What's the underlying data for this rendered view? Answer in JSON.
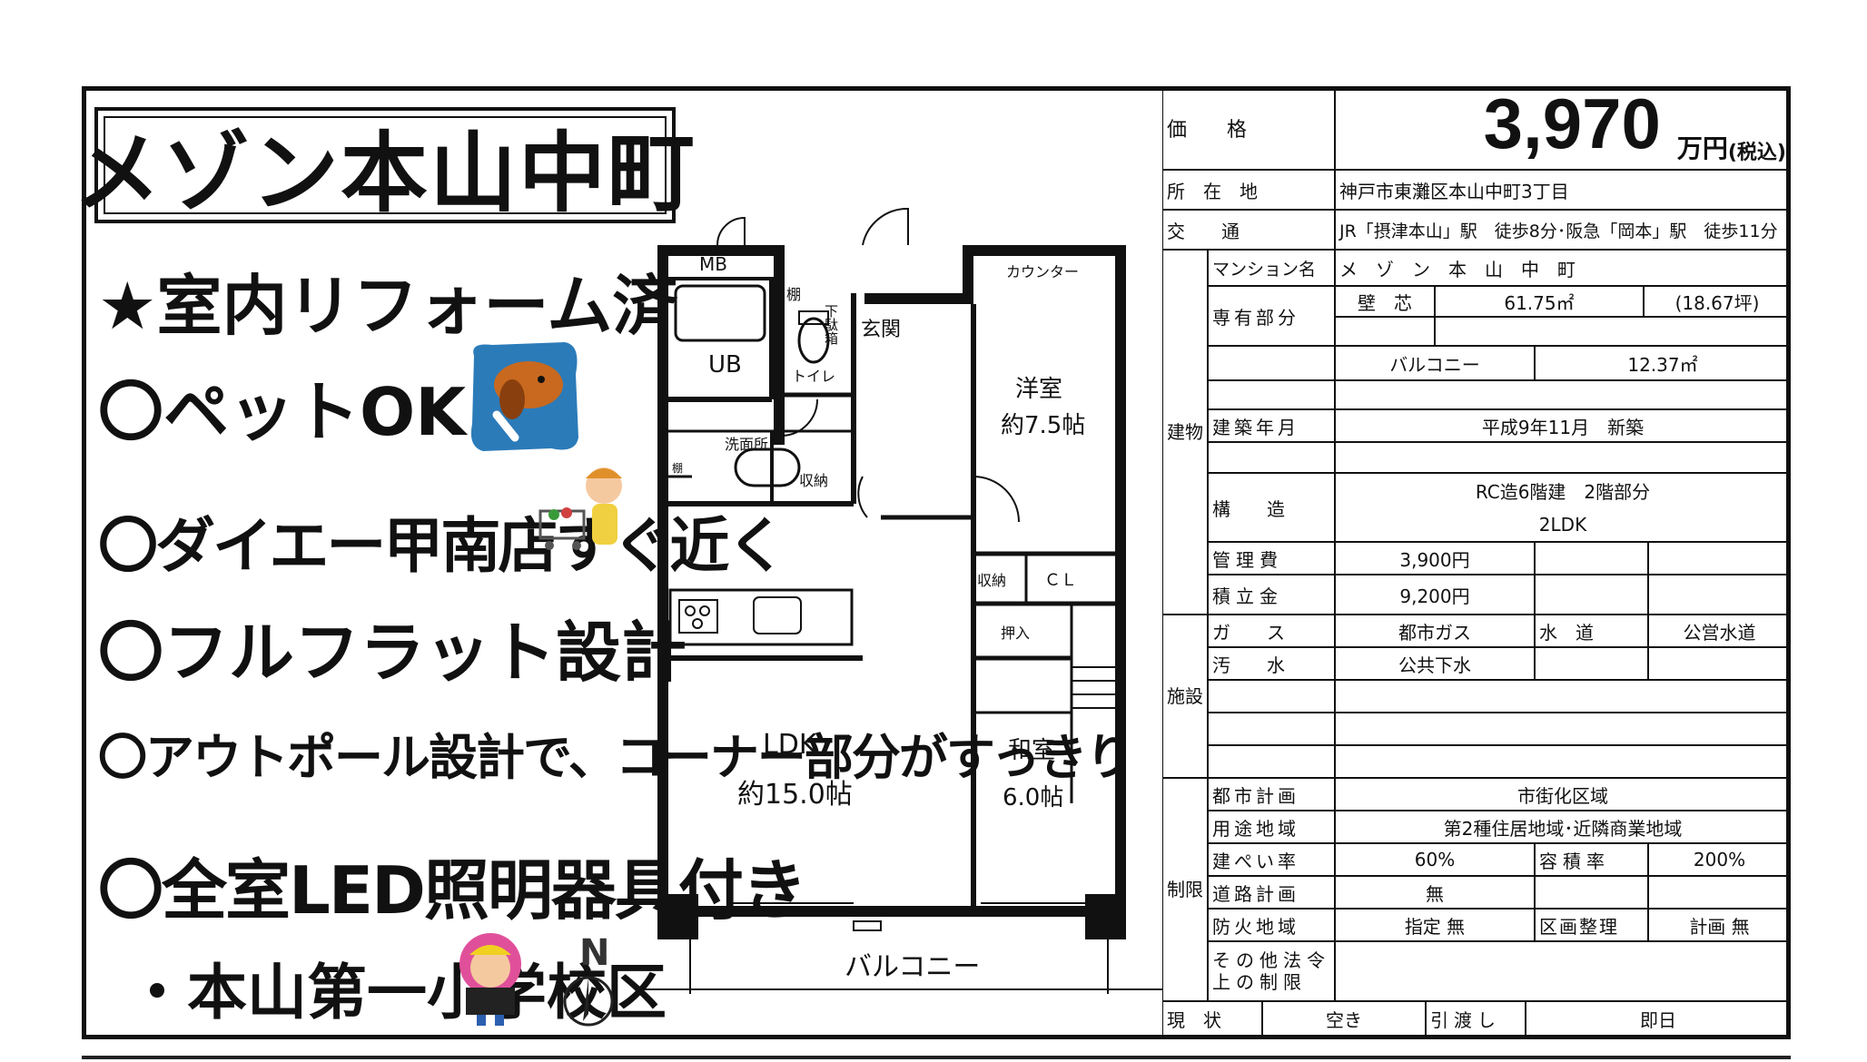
{
  "title": "メゾン本山中町",
  "features": [
    "★室内リフォーム済",
    "〇ペットOK",
    "〇ダイエー甲南店すぐ近く",
    "〇フルフラット設計",
    "〇アウトポール設計で、コーナー部分がすっきり",
    "〇全室LED照明器具付き",
    "・本山第一小学校区"
  ],
  "floorplan": {
    "mb": "MB",
    "tana": "棚",
    "getabako": "下駄箱",
    "genkan": "玄関",
    "counter": "カウンター",
    "ub": "UB",
    "toilet": "トイレ",
    "yoshitsu": "洋室",
    "yoshitsu_size": "約7.5帖",
    "senmenjo": "洗面所",
    "shuno": "収納",
    "shuno2": "収納",
    "tana2": "棚",
    "cl": "ＣＬ",
    "oshiire": "押入",
    "ldk": "LDK",
    "ldk_size": "約15.0帖",
    "washitsu": "和室",
    "washitsu_size": "6.0帖",
    "balcony": "バルコニー",
    "north": "N"
  },
  "spec": {
    "price_label": "価　　格",
    "price_value": "3,970",
    "price_unit": "万円",
    "price_tax": "(税込)",
    "location_label": "所　在　地",
    "location_value": "神戸市東灘区本山中町3丁目",
    "access_label": "交　　通",
    "access_value": "JR「摂津本山」駅　徒歩8分･阪急「岡本」駅　徒歩11分",
    "building_section": "建物",
    "mansion_label": "マンション名",
    "mansion_value": "メ　ゾ　ン　本　山　中　町",
    "area_label": "専有部分",
    "area_type": "壁　芯",
    "area_m2": "61.75㎡",
    "area_tsubo": "(18.67坪)",
    "balcony_label": "バルコニー",
    "balcony_value": "12.37㎡",
    "built_label": "建築年月",
    "built_value": "平成9年11月　新築",
    "structure_label": "構　　造",
    "structure_value": "RC造6階建　2階部分",
    "layout_value": "2LDK",
    "mgmt_label": "管理費",
    "mgmt_value": "3,900円",
    "reserve_label": "積立金",
    "reserve_value": "9,200円",
    "facility_section": "施設",
    "gas_label": "ガ　　ス",
    "gas_value": "都市ガス",
    "water_label": "水　道",
    "water_value": "公営水道",
    "sewage_label": "汚　　水",
    "sewage_value": "公共下水",
    "restrict_section": "制限",
    "city_label": "都市計画",
    "city_value": "市街化区域",
    "zone_label": "用途地域",
    "zone_value": "第2種住居地域･近隣商業地域",
    "coverage_label": "建ぺい率",
    "coverage_value": "60%",
    "far_label": "容積率",
    "far_value": "200%",
    "road_label": "道路計画",
    "road_value": "無",
    "fire_label": "防火地域",
    "fire_value": "指定 無",
    "readjust_label": "区画整理",
    "readjust_value": "計画 無",
    "other_label1": "その他法令",
    "other_label2": "上の制限",
    "status_label": "現　状",
    "status_value": "空き",
    "handover_label": "引渡し",
    "handover_value": "即日"
  }
}
